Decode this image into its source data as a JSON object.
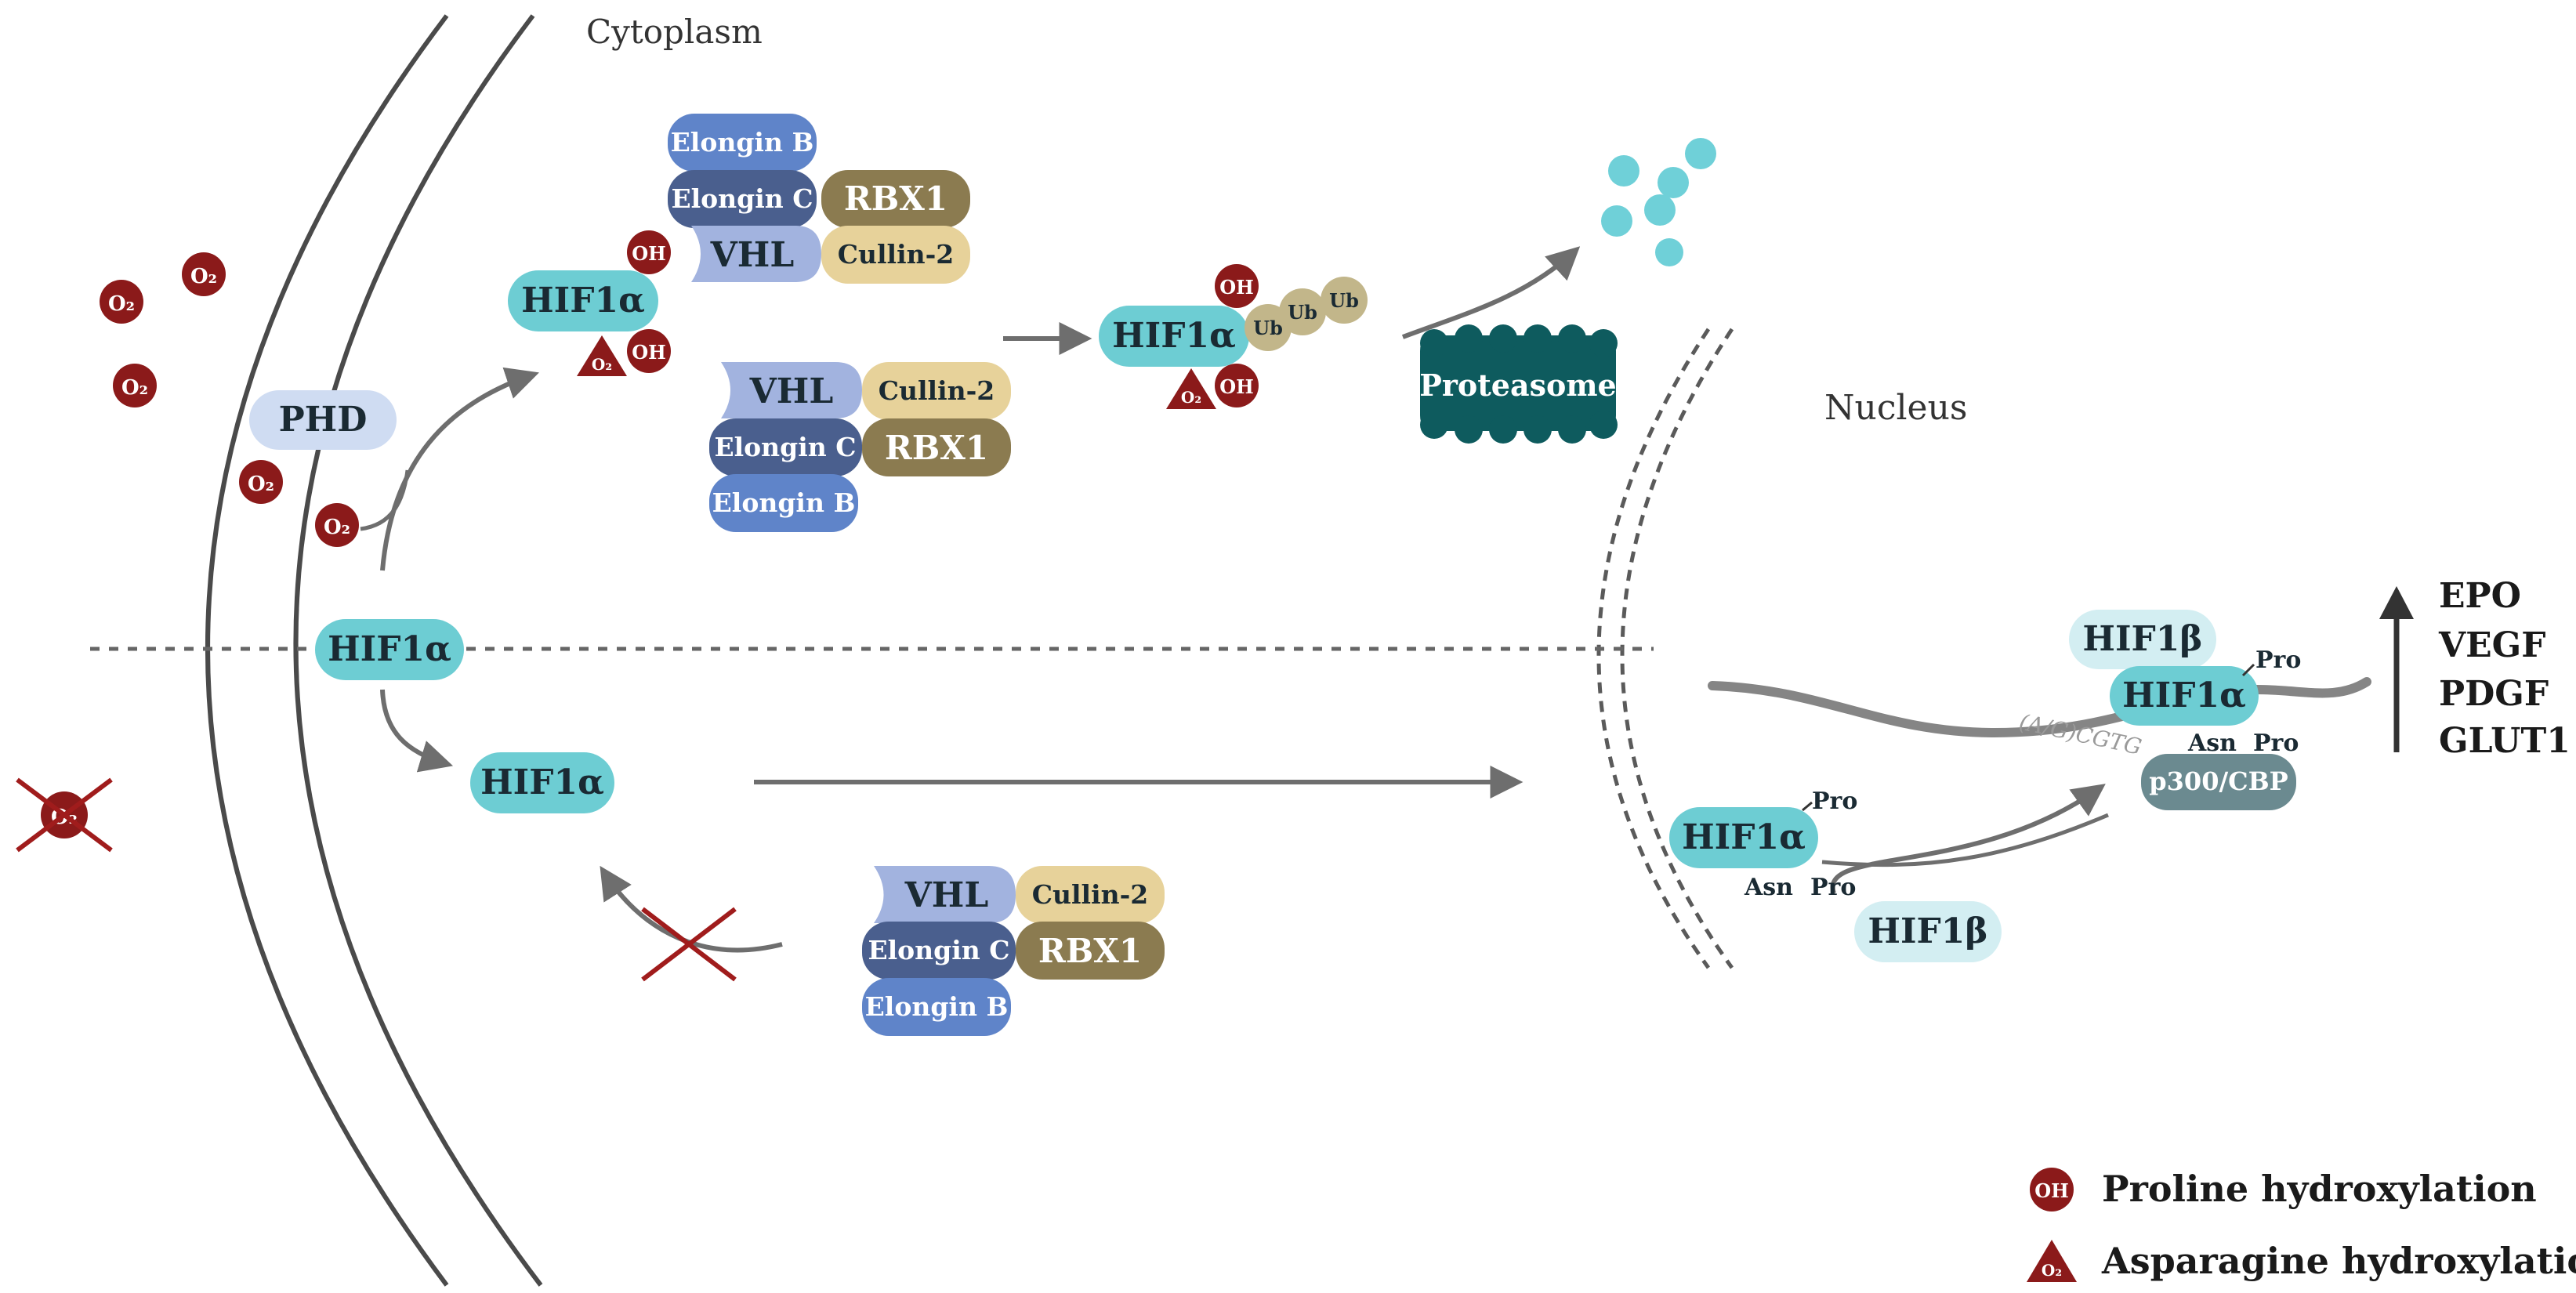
{
  "compartments": {
    "cytoplasm": "Cytoplasm",
    "nucleus": "Nucleus"
  },
  "proteins": {
    "hif1a": "HIF1α",
    "hif1b": "HIF1β",
    "phd": "PHD",
    "vhl": "VHL",
    "elongin_b": "Elongin B",
    "elongin_c": "Elongin C",
    "rbx1": "RBX1",
    "cullin2": "Cullin-2",
    "proteasome": "Proteasome",
    "p300": "p300/CBP",
    "ub": "Ub"
  },
  "modifications": {
    "oh": "OH",
    "o2": "O₂"
  },
  "residues": {
    "pro": "Pro",
    "asn": "Asn"
  },
  "dna_motif": "(A/G)CGTG",
  "target_genes": [
    "EPO",
    "VEGF",
    "PDGF",
    "GLUT1"
  ],
  "legend": {
    "proline": "Proline hydroxylation",
    "asparagine": "Asparagine hydroxylation"
  },
  "colors": {
    "hif1a": "#6dcdd3",
    "hif1b": "#d3eef2",
    "phd": "#cfdcf2",
    "vhl": "#a2b3df",
    "elongin_b": "#5f84c9",
    "elongin_c": "#4a5f8e",
    "rbx1": "#8b7b50",
    "cullin2": "#e7d29a",
    "proteasome": "#0e5b5e",
    "p300": "#6b8a90",
    "ub": "#c2b68a",
    "oxygen": "#8b1a1a",
    "fragments": "#6fd0d8",
    "arrow": "#6e6e6e"
  }
}
